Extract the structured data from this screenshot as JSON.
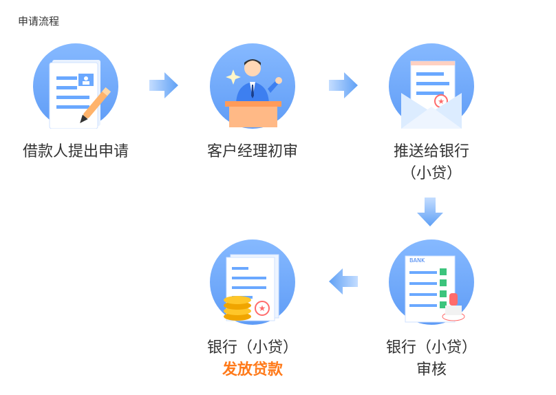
{
  "header": {
    "title": "申请流程"
  },
  "steps": [
    {
      "label": "借款人提出申请",
      "icon": "application-form-icon"
    },
    {
      "label": "客户经理初审",
      "icon": "manager-podium-icon"
    },
    {
      "label": "推送给银行",
      "sub": "（小贷）",
      "icon": "envelope-letter-icon"
    },
    {
      "label": "银行（小贷）",
      "sub": "审核",
      "icon": "bank-review-icon"
    },
    {
      "label": "银行（小贷）",
      "highlight": "发放贷款",
      "icon": "loan-coins-icon"
    }
  ],
  "colors": {
    "accent": "#ff7a1a",
    "circle": "#6aa8ff",
    "arrow": "#5fa0f5"
  }
}
